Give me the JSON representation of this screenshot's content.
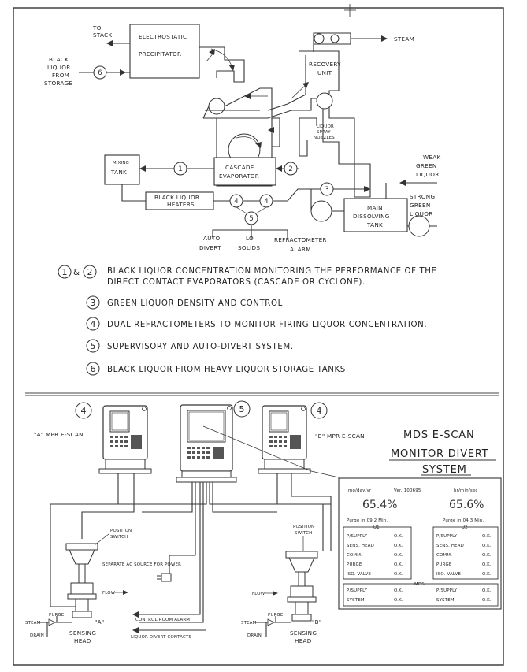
{
  "process": {
    "to_stack": [
      "TO",
      "STACK"
    ],
    "precipitator": [
      "ELECTROSTATIC",
      "PRECIPITATOR"
    ],
    "black_liquor_from_storage": [
      "BLACK",
      "LIQUOR",
      "FROM",
      "STORAGE"
    ],
    "steam": "STEAM",
    "recovery_unit": [
      "RECOVERY",
      "UNIT"
    ],
    "liquor_spray_nozzles": [
      "LIQUOR",
      "SPRAY",
      "NOZZLES"
    ],
    "mixing_tank": [
      "MIXING",
      "TANK"
    ],
    "cascade_evaporator": [
      "CASCADE",
      "EVAPORATOR"
    ],
    "weak_green_liquor": [
      "WEAK",
      "GREEN",
      "LIQUOR"
    ],
    "strong_green_liquor": [
      "STRONG",
      "GREEN",
      "LIQUOR"
    ],
    "black_liquor_heaters": [
      "BLACK LIQUOR",
      "HEATERS"
    ],
    "main_dissolving_tank": [
      "MAIN",
      "DISSOLVING",
      "TANK"
    ],
    "auto_divert": [
      "AUTO",
      "DIVERT"
    ],
    "lo_solids": [
      "LO",
      "SOLIDS"
    ],
    "refractometer_alarm": [
      "REFRACTOMETER",
      "ALARM"
    ],
    "callouts": [
      "1",
      "2",
      "3",
      "4",
      "5",
      "6"
    ]
  },
  "legend": {
    "amp": "&",
    "items": [
      {
        "nums": [
          "1",
          "2"
        ],
        "lines": [
          "BLACK LIQUOR CONCENTRATION MONITORING THE PERFORMANCE OF THE",
          "DIRECT CONTACT EVAPORATORS (CASCADE OR CYCLONE)."
        ]
      },
      {
        "nums": [
          "3"
        ],
        "lines": [
          "GREEN LIQUOR DENSITY AND CONTROL."
        ]
      },
      {
        "nums": [
          "4"
        ],
        "lines": [
          "DUAL REFRACTOMETERS TO MONITOR FIRING LIQUOR CONCENTRATION."
        ]
      },
      {
        "nums": [
          "5"
        ],
        "lines": [
          "SUPERVISORY AND AUTO-DIVERT SYSTEM."
        ]
      },
      {
        "nums": [
          "6"
        ],
        "lines": [
          "BLACK LIQUOR FROM HEAVY LIQUOR STORAGE TANKS."
        ]
      }
    ]
  },
  "system": {
    "unit_a": "\"A\" MPR E-SCAN",
    "unit_b": "\"B\" MPR E-SCAN",
    "callouts": [
      "4",
      "5",
      "4"
    ],
    "title_lines": [
      "MDS E-SCAN",
      "MONITOR DIVERT",
      "SYSTEM"
    ],
    "position_switch": [
      "POSITION",
      "SWITCH"
    ],
    "separate_ac": "SEPARATE AC SOURCE FOR POWER",
    "flow": "FLOW",
    "control_room_alarm": "CONTROL ROOM ALARM",
    "liquor_divert_contacts": "LIQUOR DIVERT CONTACTS",
    "steam": "STEAM",
    "purge": "PURGE",
    "drain": "DRAIN",
    "sensing_head": [
      "SENSING",
      "HEAD"
    ],
    "tag_a": "\"A\"",
    "tag_b": "\"B\""
  },
  "panel": {
    "date_label": "mo/day/yr",
    "version": "Ver. 100695",
    "time_label": "hr/min/sec",
    "pct_left": "65.4%",
    "pct_right": "65.6%",
    "purge_left": "Purge in 09.2 Min.",
    "purge_right": "Purge in 04.3 Min.",
    "u1": "U1",
    "u2": "U2",
    "mds": "MDS",
    "rows": [
      {
        "label": "P/SUPPLY",
        "left": "O.K.",
        "right": "O.K."
      },
      {
        "label": "SENS. HEAD",
        "left": "O.K.",
        "right": "O.K."
      },
      {
        "label": "COMM.",
        "left": "O.K.",
        "right": "O.K."
      },
      {
        "label": "PURGE",
        "left": "O.K.",
        "right": "O.K."
      },
      {
        "label": "ISO. VALVE",
        "left": "O.K.",
        "right": "O.K."
      }
    ],
    "mds_rows": [
      {
        "label": "P/SUPPLY",
        "left": "O.K.",
        "right": "O.K."
      },
      {
        "label": "SYSTEM",
        "left": "O.K.",
        "right": "O.K."
      }
    ]
  }
}
